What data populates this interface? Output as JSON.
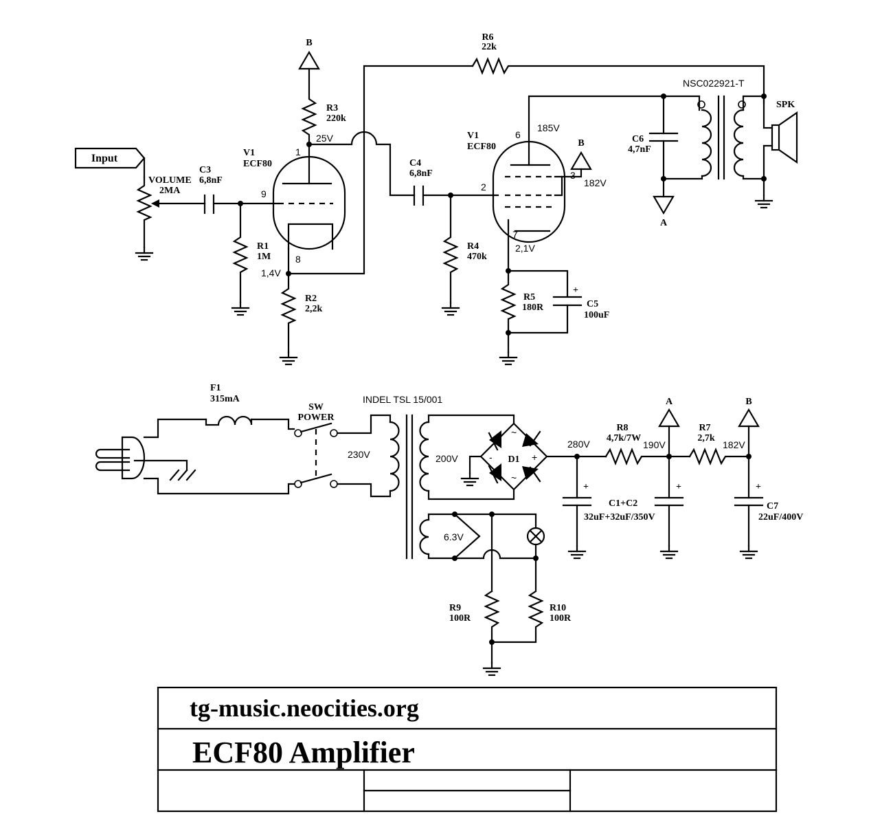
{
  "title_block": {
    "website": "tg-music.neocities.org",
    "title": "ECF80 Amplifier"
  },
  "labels": {
    "input": "Input",
    "volume": "VOLUME",
    "volume_value": "2MA",
    "c3": "C3",
    "c3_value": "6,8nF",
    "v1_a": "V1",
    "v1_a_type": "ECF80",
    "pin1": "1",
    "pin9": "9",
    "pin8": "8",
    "r1": "R1",
    "r1_value": "1M",
    "r2": "R2",
    "r2_value": "2,2k",
    "r3": "R3",
    "r3_value": "220k",
    "v_25": "25V",
    "v_1_4": "1,4V",
    "b_top": "B",
    "r6": "R6",
    "r6_value": "22k",
    "c4": "C4",
    "c4_value": "6,8nF",
    "r4": "R4",
    "r4_value": "470k",
    "v1_b": "V1",
    "v1_b_type": "ECF80",
    "pin6": "6",
    "pin2": "2",
    "pin3": "3",
    "pin7": "7",
    "v_185": "185V",
    "v_182_tube": "182V",
    "v_2_1": "2,1V",
    "b_tube": "B",
    "r5": "R5",
    "r5_value": "180R",
    "c5": "C5",
    "c5_value": "100uF",
    "plus": "+",
    "transformer_out": "NSC022921-T",
    "c6": "C6",
    "c6_value": "4,7nF",
    "a_out": "A",
    "spk": "SPK",
    "f1": "F1",
    "f1_value": "315mA",
    "sw": "SW",
    "power": "POWER",
    "mains_tr": "INDEL TSL 15/001",
    "v_230": "230V",
    "v_200": "200V",
    "d1": "D1",
    "tilde": "~",
    "minus": "-",
    "v_280": "280V",
    "r8": "R8",
    "r8_value": "4,7k/7W",
    "v_190": "190V",
    "a_ps": "A",
    "r7": "R7",
    "r7_value": "2,7k",
    "v_182_ps": "182V",
    "b_ps": "B",
    "c1c2": "C1+C2",
    "c1c2_value": "32uF+32uF/350V",
    "c7": "C7",
    "c7_value": "22uF/400V",
    "v_6_3": "6.3V",
    "r9": "R9",
    "r9_value": "100R",
    "r10": "R10",
    "r10_value": "100R"
  },
  "icons": [
    "ground-icon",
    "power-rail-arrow-icon",
    "loudspeaker-icon",
    "mains-plug-icon",
    "fuse-icon",
    "pilot-lamp-icon",
    "bridge-rectifier-icon"
  ]
}
